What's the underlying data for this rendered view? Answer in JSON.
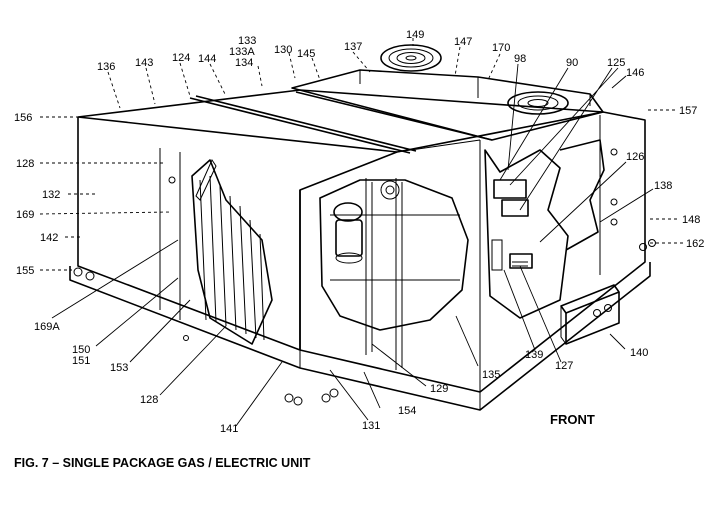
{
  "figure": {
    "caption": "FIG. 7 – SINGLE PACKAGE GAS / ELECTRIC UNIT",
    "front_label": "FRONT"
  },
  "callouts": [
    "133",
    "133A",
    "134",
    "149",
    "130",
    "145",
    "137",
    "147",
    "170",
    "136",
    "143",
    "124",
    "144",
    "98",
    "90",
    "125",
    "146",
    "156",
    "157",
    "128",
    "132",
    "169",
    "142",
    "155",
    "126",
    "138",
    "148",
    "162",
    "169A",
    "150",
    "151",
    "153",
    "128",
    "141",
    "131",
    "154",
    "129",
    "135",
    "139",
    "127",
    "140"
  ]
}
